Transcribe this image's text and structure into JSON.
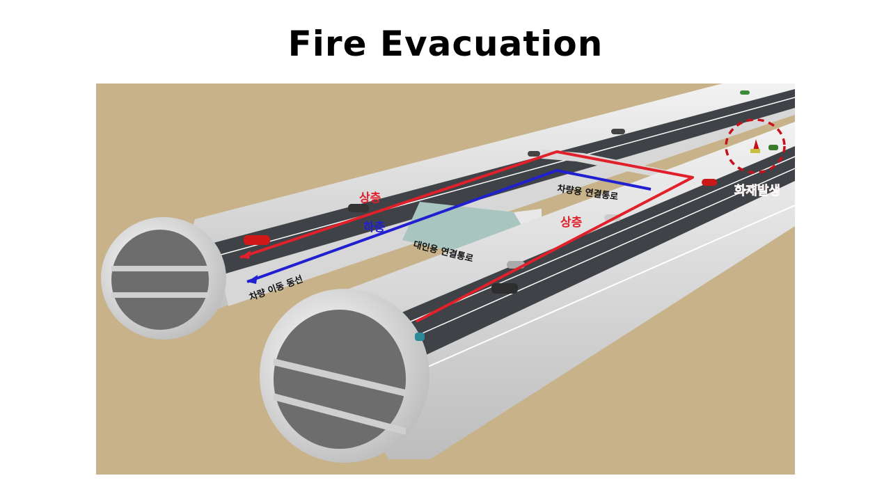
{
  "slide": {
    "title": "Fire Evacuation"
  },
  "diagram": {
    "labels": {
      "upper_left": "상층",
      "lower_left": "하층",
      "vehicle_passage": "차량용 연결통로",
      "upper_right": "상층",
      "pedestrian_passage": "대인용 연결통로",
      "vehicle_route": "차량 이동 동선",
      "fire_occurrence": "화재발생"
    },
    "colors": {
      "upper_route": "#e0202a",
      "lower_route": "#2020d0",
      "fire_marker": "#c8101a",
      "sand": "#c7b28a"
    }
  }
}
